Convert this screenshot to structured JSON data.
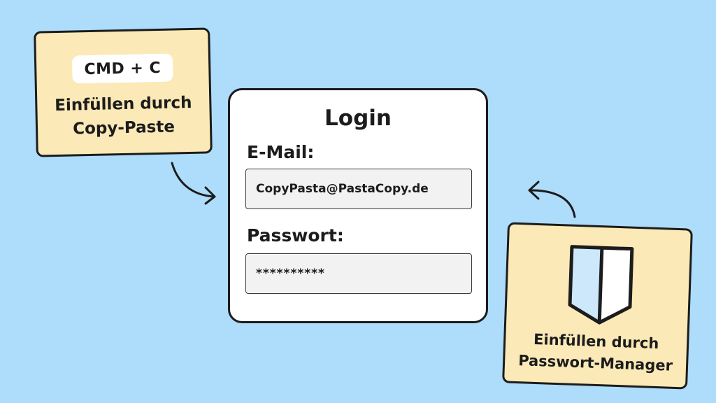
{
  "clipboard_note": {
    "shortcut": "CMD + C",
    "line1": "Einfüllen durch",
    "line2": "Copy-Paste"
  },
  "login": {
    "title": "Login",
    "email_label": "E-Mail:",
    "email_value": "CopyPasta@PastaCopy.de",
    "password_label": "Passwort:",
    "password_value": "**********"
  },
  "manager_note": {
    "icon": "shield-icon",
    "line1": "Einfüllen durch",
    "line2": "Passwort-Manager"
  },
  "colors": {
    "background": "#aedcfb",
    "note": "#fbe9b7",
    "shield": "#cde8fb",
    "outline": "#1c1c1c"
  }
}
